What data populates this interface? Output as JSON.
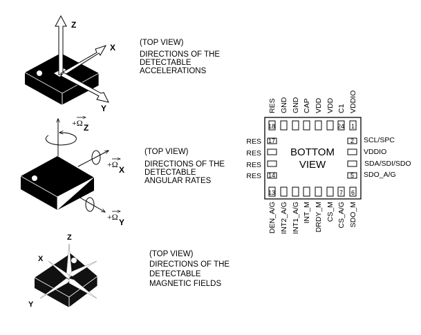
{
  "accelerometer": {
    "view": "(TOP VIEW)",
    "lines": [
      "DIRECTIONS OF THE",
      "DETECTABLE",
      "ACCELERATIONS"
    ],
    "axes": {
      "x": "X",
      "y": "Y",
      "z": "Z"
    }
  },
  "gyroscope": {
    "view": "(TOP VIEW)",
    "lines": [
      "DIRECTIONS OF THE",
      "DETECTABLE",
      "ANGULAR RATES"
    ],
    "omega": "+Ω",
    "axes": {
      "x": "X",
      "y": "Y",
      "z": "Z"
    }
  },
  "magnetometer": {
    "view": "(TOP VIEW)",
    "lines": [
      "DIRECTIONS OF THE",
      "DETECTABLE",
      "MAGNETIC FIELDS"
    ],
    "axes": {
      "x": "X",
      "y": "Y",
      "z": "Z"
    }
  },
  "package": {
    "title": [
      "BOTTOM",
      "VIEW"
    ],
    "top_pins": [
      "RES",
      "GND",
      "GND",
      "CAP",
      "VDD",
      "VDD",
      "C1",
      "VDDIO"
    ],
    "bottom_pins": [
      "DEN_A/G",
      "INT2_A/G",
      "INT1_A/G",
      "INT_M",
      "DRDY_M",
      "CS_M",
      "CS_A/G",
      "SDO_M"
    ],
    "left_pins": [
      "RES",
      "RES",
      "RES",
      "RES"
    ],
    "right_pins": [
      "SCL/SPC",
      "VDDIO",
      "SDA/SDI/SDO",
      "SDO_A/G"
    ],
    "pin_numbers": {
      "p18": "18",
      "p24": "24",
      "p1": "1",
      "p17": "17",
      "p2": "2",
      "p14": "14",
      "p5": "5",
      "p13": "13",
      "p7": "7",
      "p6": "6"
    }
  }
}
